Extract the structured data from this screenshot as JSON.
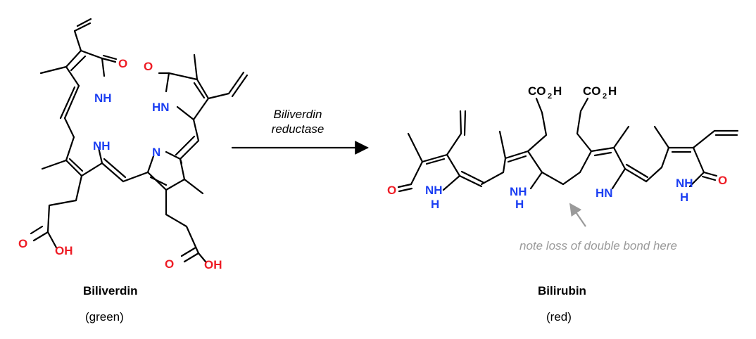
{
  "reaction": {
    "reactant_name": "Biliverdin",
    "reactant_color": "(green)",
    "product_name": "Bilirubin",
    "product_color": "(red)",
    "enzyme_line1": "Biliverdin",
    "enzyme_line2": "reductase",
    "annotation": "note loss of double bond here"
  },
  "atoms": {
    "oxygen": "O",
    "hydroxyl": "OH",
    "pyrrole_nh": "NH",
    "pyrrole_hn": "HN",
    "imine_n": "N",
    "h": "H",
    "carboxyl_prefix": "CO",
    "carboxyl_sub": "2",
    "carboxyl_suffix": "H"
  },
  "colors": {
    "oxygen": "#ee1c25",
    "nitrogen": "#1c3ff2",
    "bond": "#000000",
    "annotation": "#9a9a9a"
  }
}
